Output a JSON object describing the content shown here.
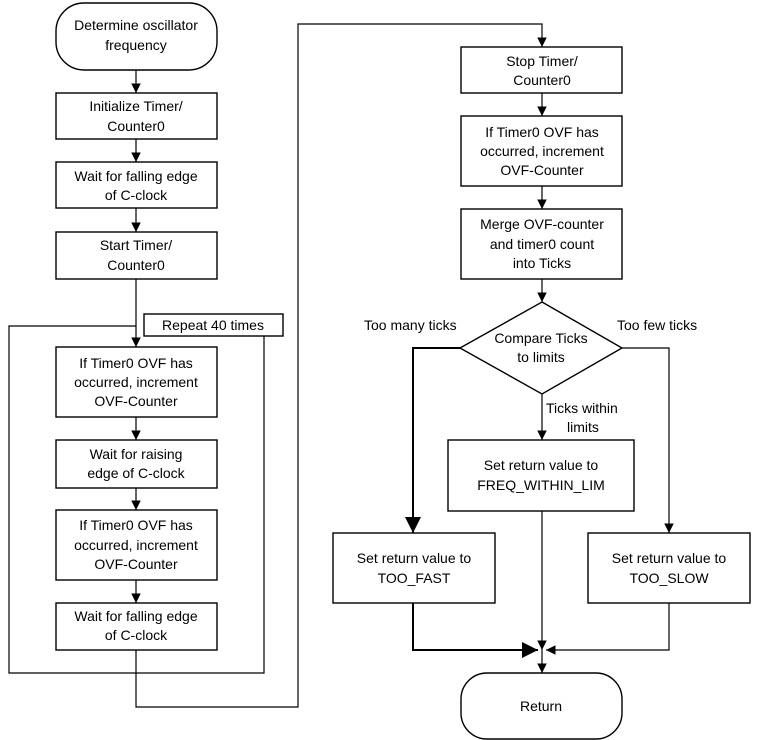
{
  "nodes": {
    "determine_freq": [
      "Determine oscillator",
      "frequency"
    ],
    "init_timer": [
      "Initialize Timer/",
      "Counter0"
    ],
    "wait_falling_1": [
      "Wait for falling edge",
      "of C-clock"
    ],
    "start_timer": [
      "Start Timer/",
      "Counter0"
    ],
    "repeat_label": "Repeat 40 times",
    "check_ovf_1": [
      "If Timer0 OVF has",
      "occurred, increment",
      "OVF-Counter"
    ],
    "wait_raising": [
      "Wait for raising",
      "edge of C-clock"
    ],
    "check_ovf_2": [
      "If Timer0 OVF has",
      "occurred, increment",
      "OVF-Counter"
    ],
    "wait_falling_2": [
      "Wait for falling edge",
      "of C-clock"
    ],
    "stop_timer": [
      "Stop Timer/",
      "Counter0"
    ],
    "check_ovf_3": [
      "If Timer0 OVF has",
      "occurred, increment",
      "OVF-Counter"
    ],
    "merge": [
      "Merge OVF-counter",
      "and timer0 count",
      "into Ticks"
    ],
    "compare": [
      "Compare Ticks",
      "to limits"
    ],
    "ret_within": [
      "Set return value to",
      "FREQ_WITHIN_LIM"
    ],
    "ret_fast": [
      "Set return value to",
      "TOO_FAST"
    ],
    "ret_slow": [
      "Set return value to",
      "TOO_SLOW"
    ],
    "return": "Return"
  },
  "edge_labels": {
    "too_many": "Too many ticks",
    "too_few": "Too few ticks",
    "within": [
      "Ticks within",
      "limits"
    ]
  }
}
